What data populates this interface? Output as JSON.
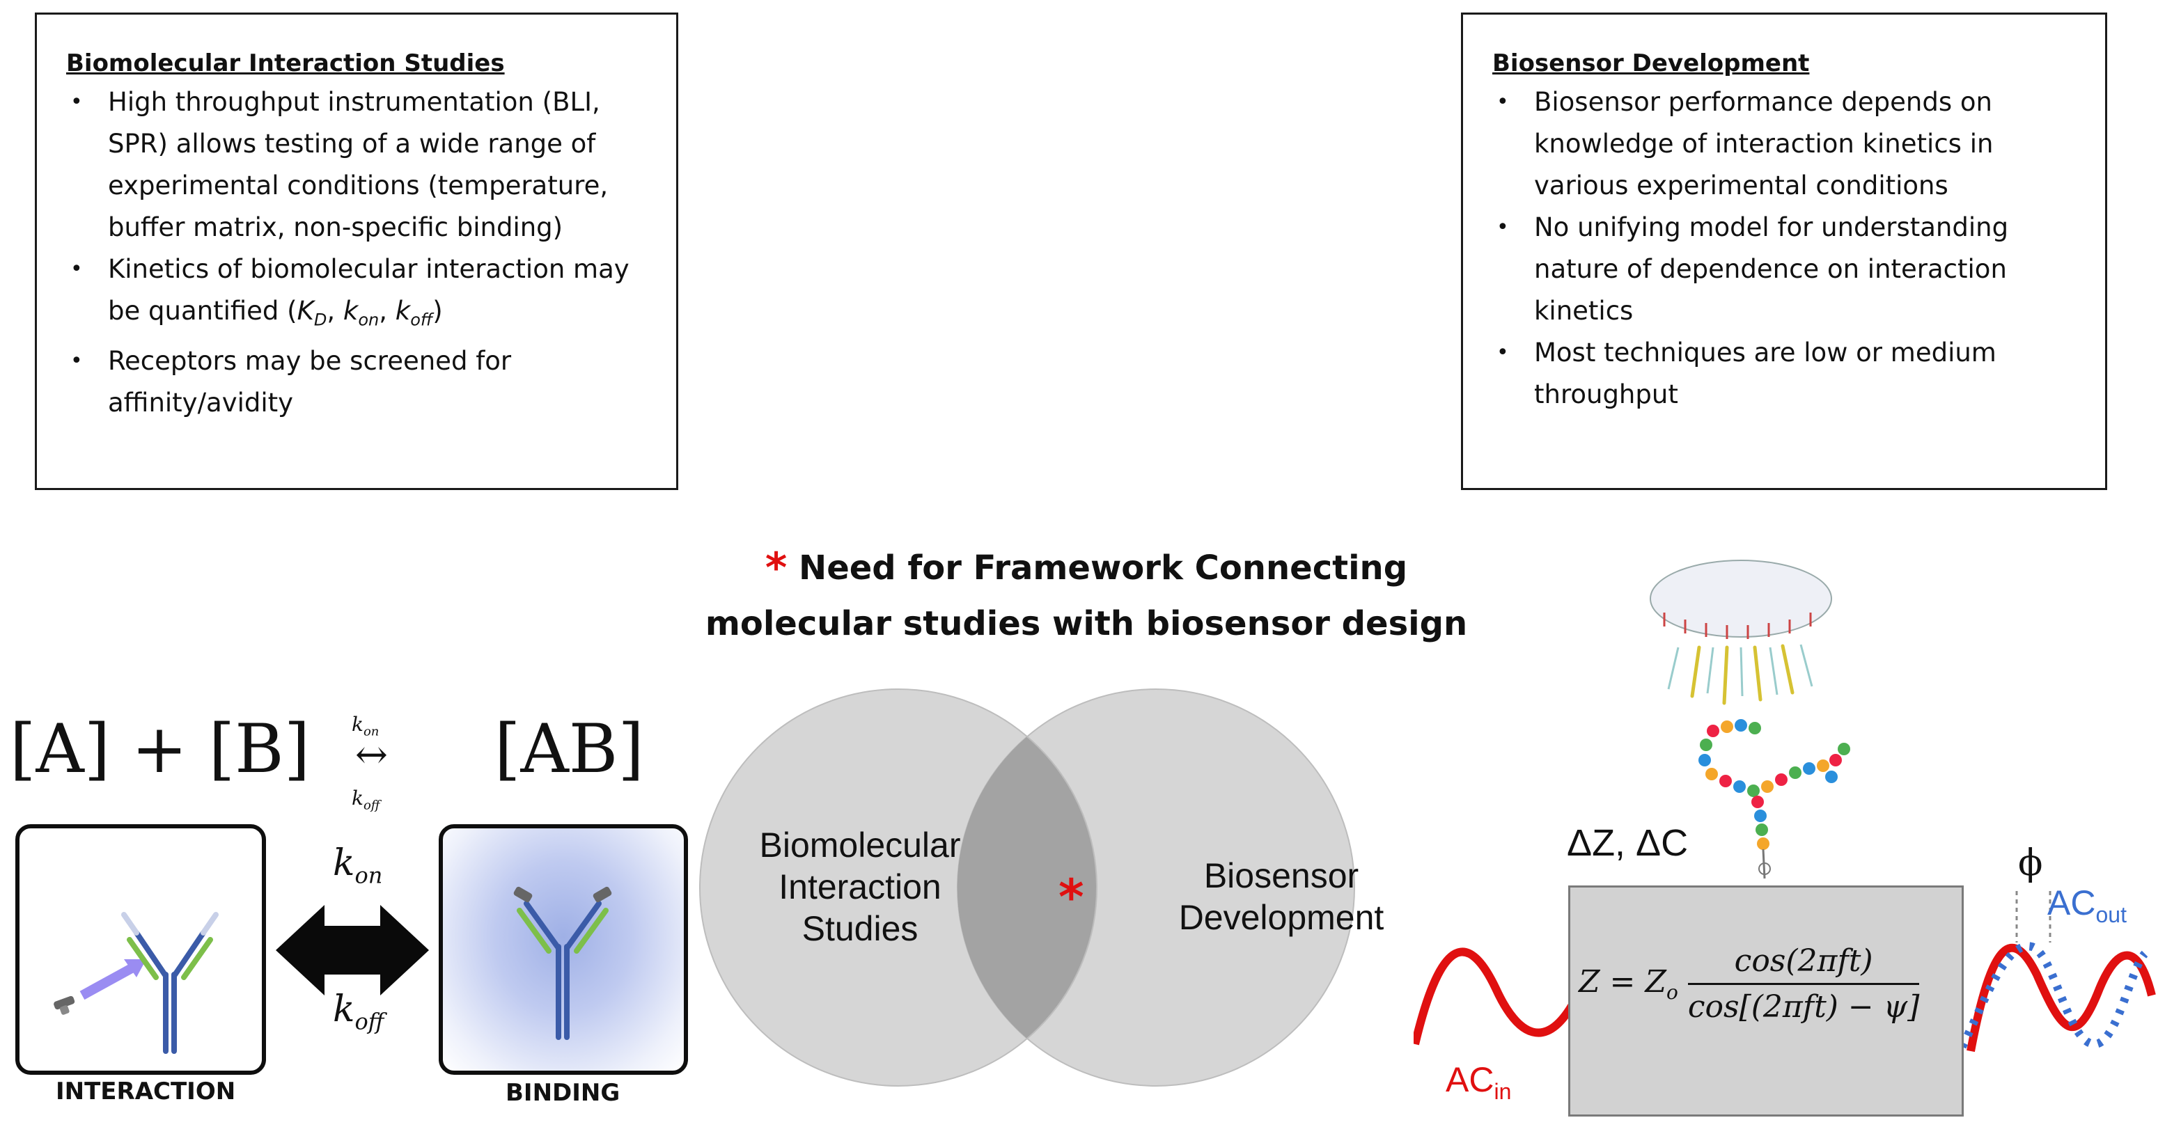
{
  "left_box": {
    "title": "Biomolecular Interaction Studies",
    "bullets": [
      "High throughput instrumentation (BLI, SPR) allows testing of a wide range of experimental conditions (temperature, buffer matrix, non-specific binding)",
      "Kinetics of biomolecular interaction may be quantified (",
      "Receptors may be screened for affinity/avidity"
    ],
    "kinetics_symbols": {
      "kd_base": "K",
      "kd_sub": "D",
      "kon_base": "k",
      "kon_sub": "on",
      "koff_base": "k",
      "koff_sub": "off",
      "sep": ", ",
      "close": ")"
    }
  },
  "right_box": {
    "title": "Biosensor Development",
    "bullets": [
      "Biosensor performance depends on knowledge of interaction kinetics in various experimental conditions",
      "No unifying model for understanding nature of dependence on interaction kinetics",
      "Most techniques are low or medium throughput"
    ]
  },
  "heading": {
    "star": "*",
    "line1": "Need for Framework Connecting",
    "line2": "molecular studies with biosensor design"
  },
  "equation": {
    "reactants": "[A] + [B]",
    "arrow": "↔",
    "kon": "kon",
    "koff": "koff",
    "product": "[AB]"
  },
  "panels": {
    "interaction_caption": "INTERACTION",
    "binding_caption": "BINDING",
    "kon_label": "kon",
    "koff_label": "koff"
  },
  "venn": {
    "left_label": "Biomolecular Interaction Studies",
    "right_label": "Biosensor Development",
    "center_mark": "*"
  },
  "sensor": {
    "delta_label": "ΔZ, ΔC",
    "phi_label": "ϕ",
    "ac_in_base": "AC",
    "ac_in_sub": "in",
    "ac_out_base": "AC",
    "ac_out_sub": "out",
    "formula_lhs": "Z = Z",
    "formula_lhs_sub": "o",
    "formula_num": "cos(2πft)",
    "formula_den": "cos[(2πft) − ψ]"
  },
  "colors": {
    "accent_red": "#e01010",
    "ac_out_blue": "#3a6fd0",
    "venn_fill": "#d6d6d6",
    "venn_overlap": "#9e9e9e"
  }
}
